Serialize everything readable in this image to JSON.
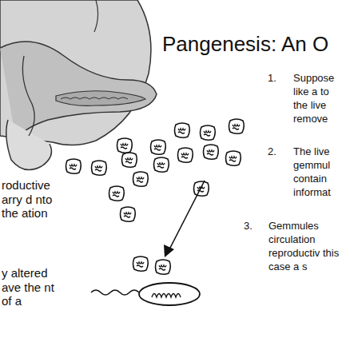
{
  "diagram": {
    "title": "Pangenesis: An O",
    "labels": [
      "roductive arry d nto the ation",
      "y altered ave the nt of a",
      "1.",
      "Suppose like a to the live remove",
      "2.",
      "The live gemmul contain informat",
      "3.",
      "Gemmules circulation reproductiv this case a s"
    ]
  }
}
